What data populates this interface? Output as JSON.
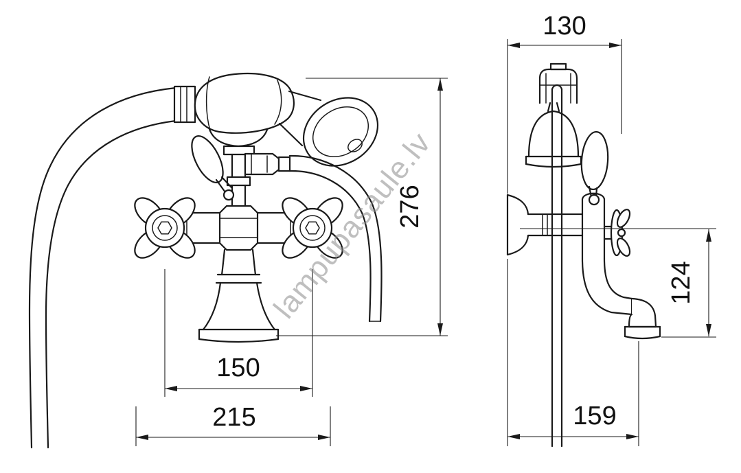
{
  "watermark": {
    "text": "lampupasaule.lv"
  },
  "dimensions": {
    "front_handle_spacing": "150",
    "front_overall_width": "215",
    "front_height": "276",
    "side_top_width": "130",
    "side_spout_drop": "124",
    "side_bottom_depth": "159"
  },
  "colors": {
    "line": "#1a1a1a",
    "watermark": "#8c8c8c",
    "background": "#ffffff"
  }
}
